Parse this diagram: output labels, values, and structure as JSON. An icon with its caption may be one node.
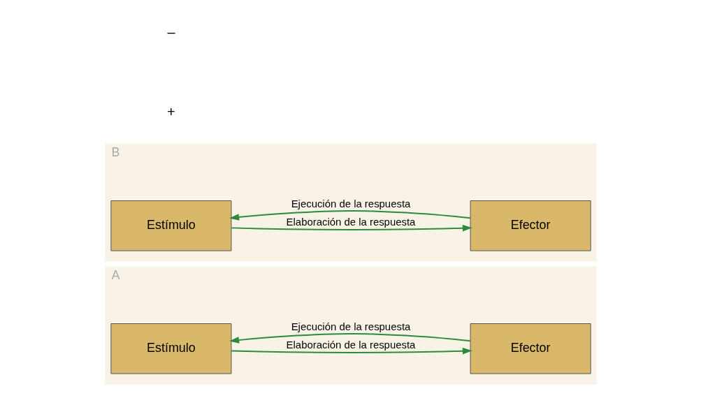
{
  "diagram": {
    "nodes": [
      {
        "text": [
          "A"
        ]
      },
      {
        "text": [
          "Estímulo"
        ],
        "in": 0
      },
      {
        "text": [
          "Efector"
        ],
        "in": 0
      },
      {
        "text": [
          "B"
        ]
      },
      {
        "text": [
          "Estímulo"
        ],
        "in": 3
      },
      {
        "text": [
          "Efector"
        ],
        "in": 3
      }
    ],
    "edges": [
      {
        "from": 1,
        "to": 2,
        "arrow": "to",
        "label": "Elaboración de la respuesta"
      },
      {
        "from": 2,
        "to": 1,
        "arrow": "to",
        "label": "Ejecución de la respuesta"
      },
      {
        "from": 4,
        "to": 5,
        "arrow": "to",
        "label": "Elaboración de la respuesta"
      },
      {
        "from": 5,
        "to": 4,
        "arrow": "to",
        "label": "Ejecución de la respuesta"
      }
    ],
    "labels": [
      "+",
      "–"
    ]
  }
}
